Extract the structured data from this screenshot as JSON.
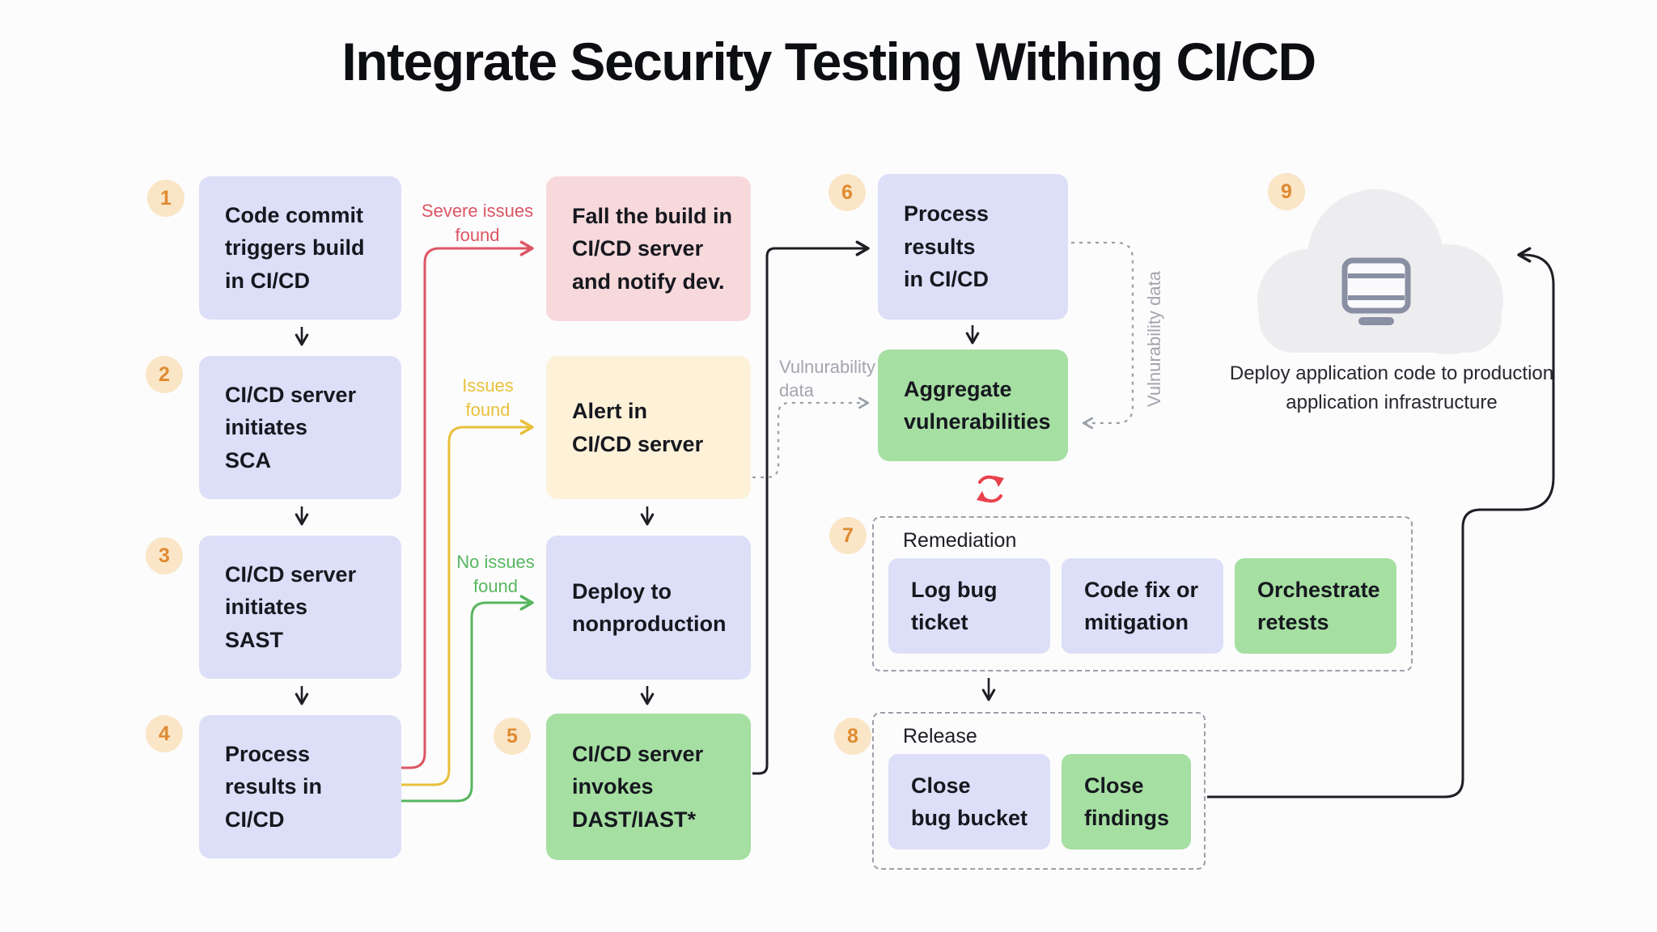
{
  "title": "Integrate Security Testing Withing CI/CD",
  "palette": {
    "lavender_box": "#dcdff7",
    "pink_box": "#f8d9db",
    "cream_box": "#fdf1d8",
    "green_box": "#a6dfa2",
    "circle_bg": "#fae5c6",
    "circle_number": "#df8a31",
    "red_line": "#dd5663",
    "yellow_line": "#e9c03c",
    "green_line": "#57b65e",
    "black_line": "#1d1f24",
    "gray_dashed": "#9aa0a8",
    "cloud_fill": "#ededf0",
    "icon_gray": "#8a90a3",
    "refresh_red": "#e8414d"
  },
  "step_numbers": [
    "1",
    "2",
    "3",
    "4",
    "5",
    "6",
    "7",
    "8",
    "9"
  ],
  "flow_boxes": {
    "step1": "Code commit\ntriggers build\nin CI/CD",
    "step2": "CI/CD server\ninitiates\nSCA",
    "step3": "CI/CD server\ninitiates\nSAST",
    "step4": "Process\nresults in\nCI/CD",
    "fail_build": "Fall the build in\nCI/CD server\nand notify dev.",
    "alert": "Alert in\nCI/CD server",
    "deploy_nonprod": "Deploy to\nnonproduction",
    "step5": "CI/CD server\ninvokes\nDAST/IAST*",
    "step6": "Process\nresults\nin CI/CD",
    "aggregate": "Aggregate\nvulnerabilities"
  },
  "edge_labels": {
    "severe_issues": "Severe issues\nfound",
    "issues": "Issues\nfound",
    "no_issues": "No issues\nfound",
    "vulnerability_left": "Vulnurability\ndata",
    "vulnerability_right": "Vulnurability data"
  },
  "remediation": {
    "title": "Remediation",
    "items": [
      "Log bug\nticket",
      "Code fix or\nmitigation",
      "Orchestrate\nretests"
    ]
  },
  "release": {
    "title": "Release",
    "items": [
      "Close\nbug bucket",
      "Close\nfindings"
    ]
  },
  "cloud_caption": "Deploy application code to production\napplication infrastructure",
  "icons": {
    "refresh": "refresh-icon",
    "server": "server-icon",
    "cloud": "cloud-shape"
  }
}
